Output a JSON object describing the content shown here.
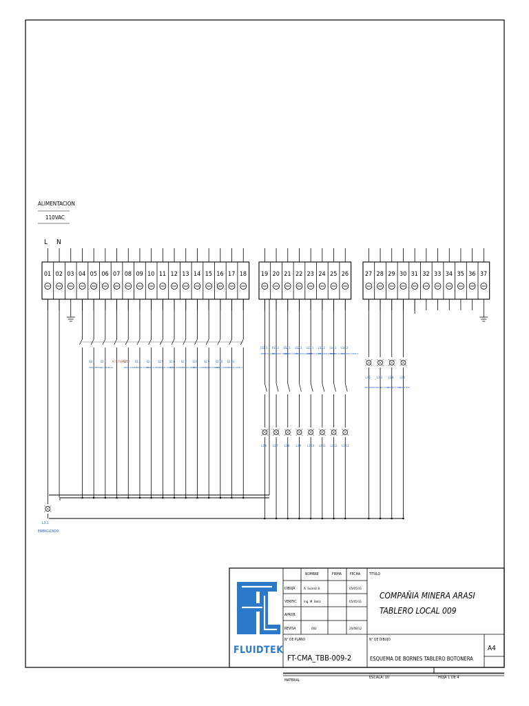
{
  "supply": {
    "label": "ALIMENTACION",
    "voltage": "110VAC",
    "phase": "L",
    "neutral": "N"
  },
  "group1": {
    "terminals": [
      "01",
      "02",
      "03",
      "04",
      "05",
      "06",
      "07",
      "08",
      "09",
      "10",
      "11",
      "12",
      "13",
      "14",
      "15",
      "16",
      "17",
      "18"
    ],
    "switches": [
      {
        "tag": "S2.1",
        "desc": "PARO EMERG."
      },
      {
        "tag": "S2.1",
        "desc": "ACC. MANUAL"
      },
      {
        "tag": "ACC. REMOTO",
        "desc": ""
      },
      {
        "tag": "S2.1",
        "desc": "ABRIR COMP. 1"
      },
      {
        "tag": "S2.3",
        "desc": "CERRAR COMP. 1"
      },
      {
        "tag": "S2.4",
        "desc": "ABRIR COMP. 2"
      },
      {
        "tag": "S2.5",
        "desc": "CERRAR COMP. 2"
      },
      {
        "tag": "S2.6",
        "desc": "ABRIR COMP. 3"
      },
      {
        "tag": "S2.7",
        "desc": "CERRAR COMP. 3"
      },
      {
        "tag": "S2.8",
        "desc": "ABRIR COMP. 4"
      },
      {
        "tag": "S2.9",
        "desc": "CERRAR COMP. 4"
      },
      {
        "tag": "S2.10",
        "desc": "ABRIR COMP. 5"
      },
      {
        "tag": "S2.10",
        "desc": "CERRAR COMP. 5"
      }
    ]
  },
  "group2": {
    "terminals": [
      "19",
      "20",
      "21",
      "22",
      "23",
      "24",
      "25",
      "26"
    ],
    "limit_switches": [
      {
        "tag": "LS1.1",
        "desc": "ABIERTO COMP. 1"
      },
      {
        "tag": "LS1.2",
        "desc": "CERRADO COMP. 1"
      },
      {
        "tag": "LS2.1",
        "desc": "ABIERTO COMP. 2"
      },
      {
        "tag": "LS2.2",
        "desc": "CERRADO COMP. 2"
      },
      {
        "tag": "LS3.1",
        "desc": "ABIERTO COMP. 3"
      },
      {
        "tag": "LS3.2",
        "desc": "CERRADO COMP. 3"
      },
      {
        "tag": "LS4.1",
        "desc": "ABIERTO COMP. 4"
      },
      {
        "tag": "LS4.2",
        "desc": "CERRADO COMP. 4"
      }
    ],
    "lamps": [
      "L3.6",
      "L3.7",
      "L3.8",
      "L3.9",
      "L3.10",
      "L3.11",
      "L3.12",
      "L3.13"
    ]
  },
  "group3": {
    "terminals": [
      "27",
      "28",
      "29",
      "30",
      "31",
      "32",
      "33",
      "34",
      "35",
      "36",
      "37"
    ],
    "lamps": [
      {
        "tag": "L3.2",
        "desc": "ENCENDIDO"
      },
      {
        "tag": "L3.3",
        "desc": "BOMBA 1 ENC."
      },
      {
        "tag": "L3.4",
        "desc": "BOMBA 2 ENC."
      },
      {
        "tag": "L3.5",
        "desc": "MODO DIST."
      }
    ]
  },
  "main_lamp": {
    "tag": "L3.1",
    "desc": "ENERGIZADO"
  },
  "title_block": {
    "logo_text": "FLUIDTEK",
    "col_nombre": "NOMBRE",
    "col_firma": "FIRMA",
    "col_fecha": "FECHA",
    "rows": [
      {
        "role": "DIBUJA",
        "name": "A. Suarez B.",
        "date": "05/05/11"
      },
      {
        "role": "VERIFIC.",
        "name": "Ing. M. Boliz",
        "date": "05/05/11"
      },
      {
        "role": "APROB.",
        "name": "",
        "date": ""
      },
      {
        "role": "REVISA",
        "name": "002",
        "date": "20/08/12"
      }
    ],
    "titulo_label": "TITULO",
    "title_line1": "COMPAÑIA MINERA ARASI",
    "title_line2": "TABLERO LOCAL 009",
    "plano_label": "N° DE PLANO",
    "plano_value": "FT-CMA_TBB-009-2",
    "dibujo_label": "N° DE DIBUJO",
    "dibujo_value": "ESQUEMA DE BORNES TABLERO BOTONERA",
    "size": "A4",
    "material_label": "MATERIAL",
    "escala": "ESCALA: 10",
    "hoja": "HOJA 1 DE 4"
  }
}
